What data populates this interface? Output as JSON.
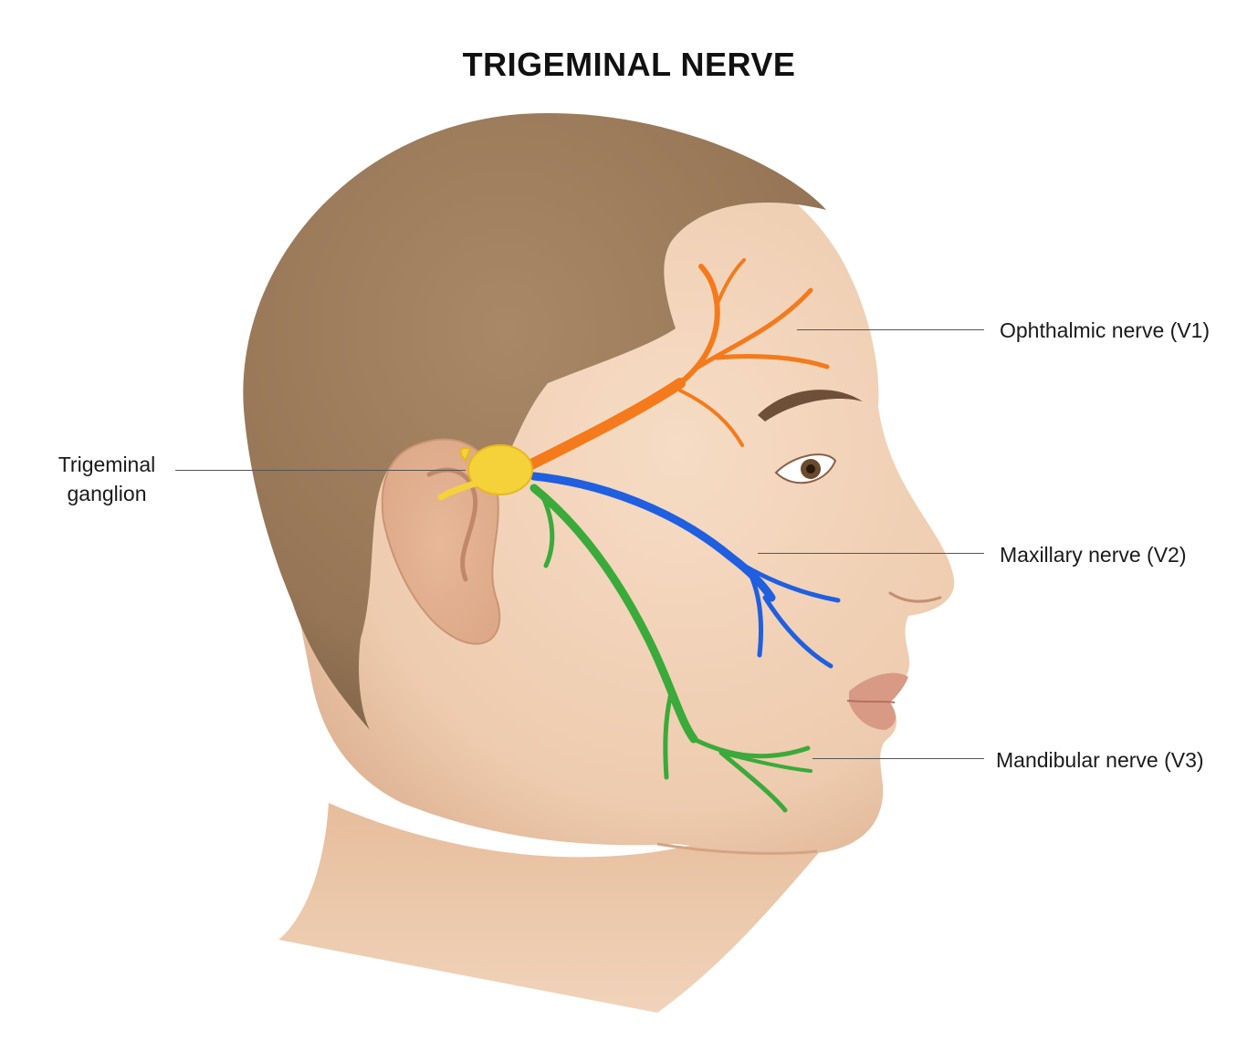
{
  "title": "TRIGEMINAL NERVE",
  "labels": {
    "ganglion_line1": "Trigeminal",
    "ganglion_line2": "ganglion",
    "v1": "Ophthalmic nerve (V1)",
    "v2": "Maxillary nerve (V2)",
    "v3": "Mandibular nerve (V3)"
  },
  "colors": {
    "ophthalmic": "#f47a1c",
    "maxillary": "#1f5fe0",
    "mandibular": "#3aaa3a",
    "ganglion": "#f5d23a",
    "skin": "#eecbae",
    "hair": "#9a7a5c"
  }
}
